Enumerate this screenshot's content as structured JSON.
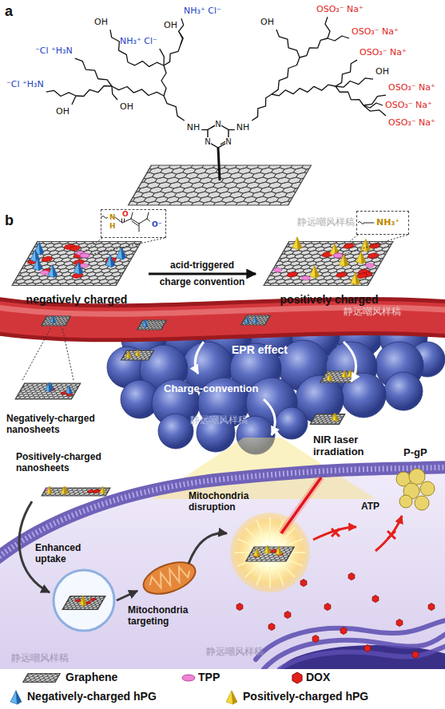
{
  "diagram": {
    "nodes": [
      {
        "text": [
          "negatively charged"
        ]
      },
      {
        "text": [
          "N",
          "H",
          "O",
          "O⁻"
        ]
      },
      {
        "text": [
          "positively charged"
        ]
      },
      {
        "text": [
          "NH₃⁺"
        ]
      }
    ],
    "edges": [
      {
        "from": 0,
        "to": 2,
        "arrow": "to",
        "label": "acid-triggered"
      }
    ],
    "labels": [
      "a",
      "NH₃⁺ Cl⁻",
      "OH",
      "OH",
      "NH₃⁺ Cl⁻",
      "⁻Cl ⁺H₃N",
      "OH",
      "⁻Cl ⁺H₃N",
      "OH",
      "NH",
      "NH",
      "N",
      "N",
      "N",
      "OSO₃⁻ Na⁺",
      "OH",
      "OSO₃⁻ Na⁺",
      "OSO₃⁻ Na⁺",
      "OH",
      "OSO₃⁻ Na⁺",
      "OSO₃⁻ Na⁺",
      "OSO₃⁻ Na⁺",
      "b",
      "charge convention",
      "EPR effect",
      "Charge-convention",
      "Negatively-charged nanosheets",
      "Positively-charged nanosheets",
      "NIR laser irradiation",
      "P-gP",
      "Mitochondria disruption",
      "ATP",
      "Enhanced uptake",
      "Mitochondria targeting",
      "静远嘲风样稿",
      "静远嘲风样稿",
      "静远嘲风样稿",
      "静远嘲风样稿",
      "静远嘲风样稿"
    ],
    "legend": [
      {
        "text": "Graphene"
      },
      {
        "text": "TPP"
      },
      {
        "text": "DOX"
      },
      {
        "text": "Negatively-charged hPG"
      },
      {
        "text": "Positively-charged hPG"
      }
    ]
  }
}
